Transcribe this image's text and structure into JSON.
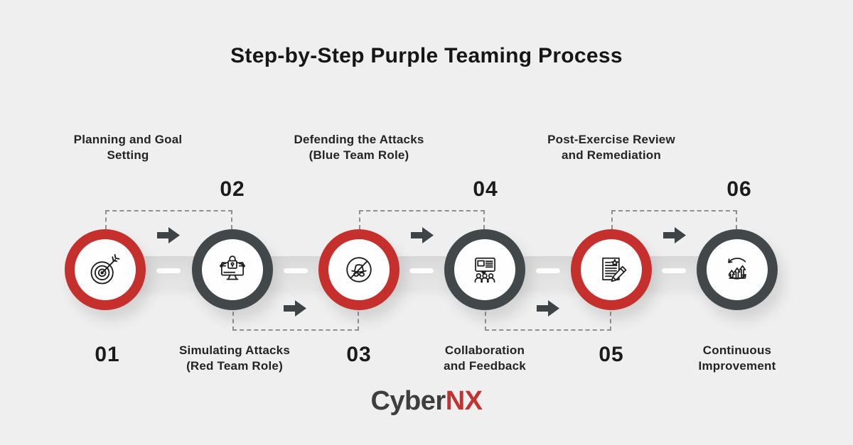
{
  "title": "Step-by-Step Purple Teaming Process",
  "brand": {
    "prefix": "Cyber",
    "suffix": "NX"
  },
  "colors": {
    "background": "#F0EFEF",
    "red_ring": "#C5302C",
    "dark_ring": "#424849",
    "band": "#DCDBDB",
    "dashed_connector": "#8F8F8F",
    "title_text": "#161616",
    "brand_prefix": "#3E3E3E",
    "brand_suffix": "#C23230"
  },
  "steps": [
    {
      "number": "01",
      "label": "Planning and Goal\nSetting",
      "icon": "target-arrow-icon",
      "ring": "red",
      "label_position": "above"
    },
    {
      "number": "02",
      "label": "Simulating Attacks\n(Red Team Role)",
      "icon": "monitor-lock-icon",
      "ring": "dark",
      "label_position": "below"
    },
    {
      "number": "03",
      "label": "Defending the Attacks\n(Blue Team Role)",
      "icon": "no-spy-icon",
      "ring": "red",
      "label_position": "above"
    },
    {
      "number": "04",
      "label": "Collaboration\nand Feedback",
      "icon": "presentation-team-icon",
      "ring": "dark",
      "label_position": "below"
    },
    {
      "number": "05",
      "label": "Post-Exercise Review\nand Remediation",
      "icon": "document-review-icon",
      "ring": "red",
      "label_position": "above"
    },
    {
      "number": "06",
      "label": "Continuous\nImprovement",
      "icon": "growth-cycle-icon",
      "ring": "dark",
      "label_position": "below"
    }
  ]
}
